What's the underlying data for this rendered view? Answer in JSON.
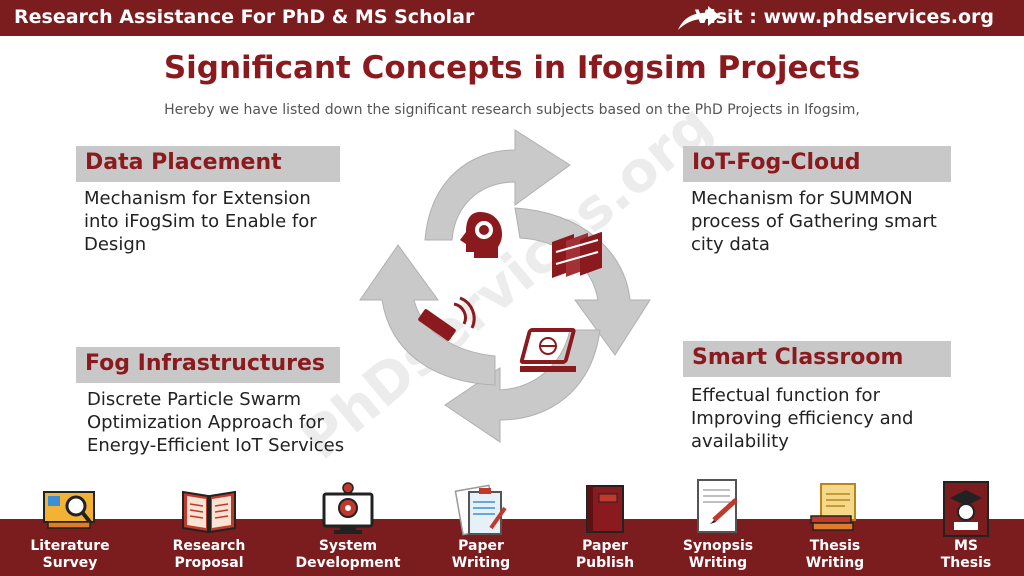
{
  "header": {
    "brand": "Research Assistance For PhD & MS Scholar",
    "visit": "Visit : www.phdservices.org"
  },
  "title": "Significant Concepts in Ifogsim Projects",
  "subtitle": "Hereby we have listed down the significant research subjects based on the PhD Projects in Ifogsim,",
  "watermark": "PhDservices.org",
  "concepts": [
    {
      "heading": "Data Placement",
      "description": "Mechanism for Extension into iFogSim to Enable for Design"
    },
    {
      "heading": "IoT-Fog-Cloud",
      "description": "Mechanism for SUMMON process of  Gathering smart city data"
    },
    {
      "heading": "Fog Infrastructures",
      "description": "Discrete Particle Swarm Optimization Approach for Energy-Efficient IoT Services"
    },
    {
      "heading": "Smart Classroom",
      "description": "Effectual function for Improving efficiency and availability"
    }
  ],
  "cycle_icons": [
    "brain-head-icon",
    "server-rack-icon",
    "wifi-router-icon",
    "laptop-globe-icon"
  ],
  "services": [
    {
      "label": "Literature\nSurvey",
      "icon": "books-magnifier-icon"
    },
    {
      "label": "Research\nProposal",
      "icon": "open-book-icon"
    },
    {
      "label": "System\nDevelopment",
      "icon": "computer-gear-icon"
    },
    {
      "label": "Paper\nWriting",
      "icon": "clipboard-pen-icon"
    },
    {
      "label": "Paper\nPublish",
      "icon": "journal-icon"
    },
    {
      "label": "Synopsis\nWriting",
      "icon": "paper-pen-icon"
    },
    {
      "label": "Thesis\nWriting",
      "icon": "scroll-books-icon"
    },
    {
      "label": "MS\nThesis",
      "icon": "graduate-book-icon"
    }
  ],
  "colors": {
    "maroon": "#7b1c1f",
    "title": "#8b1a1e",
    "tag_bg": "#c8c8c8",
    "arrow": "#c9c9c9"
  }
}
